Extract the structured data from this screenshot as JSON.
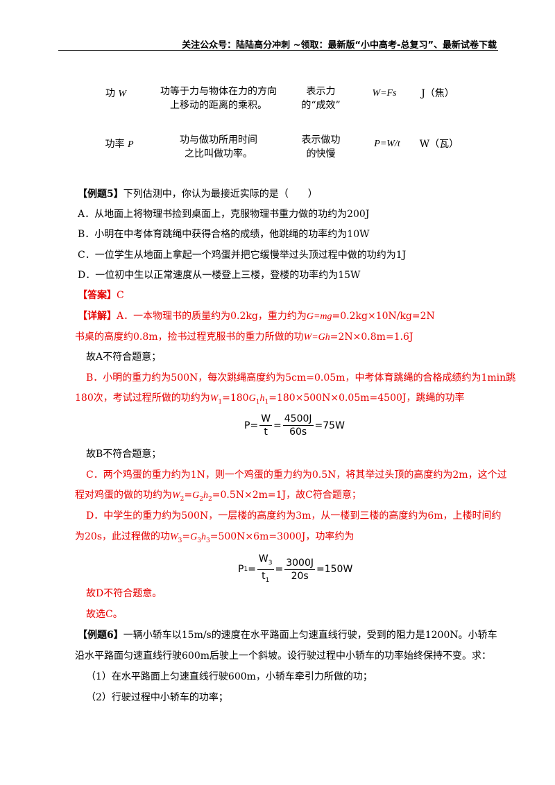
{
  "header": {
    "text": "关注公众号：陆陆高分冲刺 ~领取：最新版“小中高考-总复习”、最新试卷下载"
  },
  "table": {
    "rows": [
      {
        "name_prefix": "功",
        "name_sym": "W",
        "def_line1": "功等于力与物体在力的方向",
        "def_line2": "上移动的距离的乘积。",
        "meaning_line1": "表示力",
        "meaning_line2": "的“成效”",
        "formula": "W=Fs",
        "unit": "J（焦）"
      },
      {
        "name_prefix": "功率",
        "name_sym": "P",
        "def_line1": "功与做功所用时间",
        "def_line2": "之比叫做功率。",
        "meaning_line1": "表示做功",
        "meaning_line2": "的快慢",
        "formula": "P=W/t",
        "unit": "W（瓦）"
      }
    ]
  },
  "example5": {
    "label": "【例题5】",
    "question": "下列估测中，你认为最接近实际的是（　　）",
    "options": [
      "A．从地面上将物理书捡到桌面上，克服物理书重力做的功约为200J",
      "B．小明在中考体育跳绳中获得合格的成绩，他跳绳的功率约为10W",
      "C．一位学生从地面上拿起一个鸡蛋并把它缓慢举过头顶过程中做的功约为1J",
      "D．一位初中生以正常速度从一楼登上三楼，登楼的功率约为15W"
    ],
    "answer_label": "【答案】",
    "answer_value": "C",
    "detail_label": "【详解】",
    "a_line1": "A．一本物理书的质量约为0.2kg，重力约为",
    "a_line1_formula": "G=mg",
    "a_line1_rest": "=0.2kg×10N/kg=2N",
    "a_line2": "书桌的高度约0.8m，捡书过程克服书的重力所做的功",
    "a_line2_formula": "W=Gh",
    "a_line2_rest": "=2N×0.8m=1.6J",
    "a_conclusion": "故A不符合题意；",
    "b_line1": "B．小明的重力约为500N，每次跳绳高度约为5cm=0.05m，中考体育跳绳的合格成绩约为1min跳",
    "b_line2_pre": "180次，考试过程所做的功约为",
    "b_line2_rest": "=180×500N×0.05m=4500J，跳绳的功率",
    "formula1": {
      "lhs": "P=",
      "num1": "W",
      "den1": "t",
      "eq": "=",
      "num2": "4500J",
      "den2": "60s",
      "result": "=75W"
    },
    "b_conclusion": "故B不符合题意；",
    "c_line1": "C．两个鸡蛋的重力约为1N，则一个鸡蛋的重力约为0.5N，将其举过头顶的高度约为2m，这个过",
    "c_line2_pre": "程对鸡蛋的做的功约为",
    "c_line2_rest": "=0.5N×2m=1J，故C符合题意；",
    "d_line1": "D．中学生的重力约为500N，一层楼的高度约为3m，从一楼到三楼的高度约为6m，上楼时间约",
    "d_line2_pre": "为20s，此过程做的功",
    "d_line2_rest": "=500N×6m=3000J，功率约为",
    "formula2": {
      "lhs": "P",
      "lhs_sub": "1",
      "eq0": "=",
      "num1": "W",
      "num1_sub": "3",
      "den1": "t",
      "den1_sub": "1",
      "eq": "=",
      "num2": "3000J",
      "den2": "20s",
      "result": "=150W"
    },
    "d_conclusion": "故D不符合题意。",
    "choice": "故选C。"
  },
  "example6": {
    "label": "【例题6】",
    "line1": "一辆小轿车以15m/s的速度在水平路面上匀速直线行驶，受到的阻力是1200N。小轿车",
    "line2": "沿水平路面匀速直线行驶600m后驶上一个斜坡。设行驶过程中小轿车的功率始终保持不变。求：",
    "q1": "（1）在水平路面上匀速直线行驶600m，小轿车牵引力所做的功；",
    "q2": "（2）行驶过程中小轿车的功率；"
  }
}
